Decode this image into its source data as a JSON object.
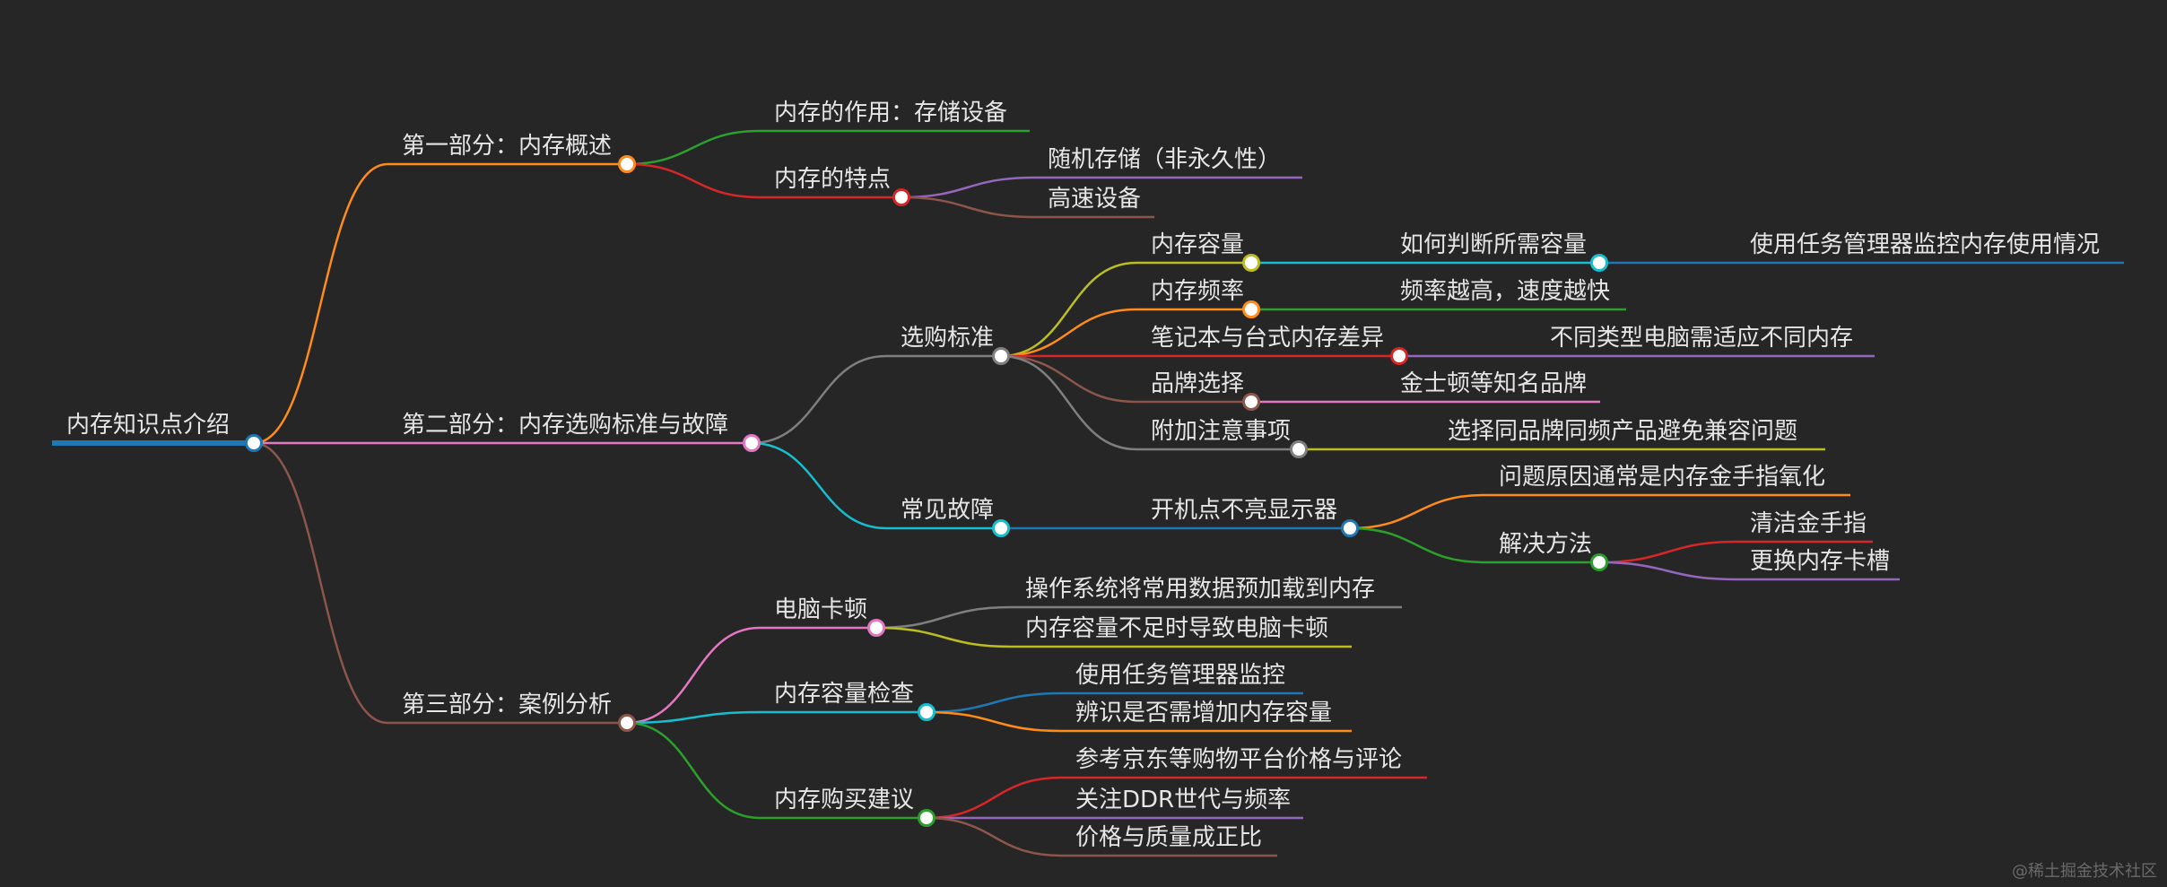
{
  "colors": {
    "background": "#262626",
    "text": "#e6e6e6",
    "node_fill": "#ffffff",
    "watermark": "#6a6a6a"
  },
  "mindmap": {
    "root": {
      "label": "内存知识点介绍",
      "color": "#1f77b4",
      "children": [
        {
          "label": "第一部分：内存概述",
          "color": "#ff8c1a",
          "children": [
            {
              "label": "内存的作用：存储设备",
              "color": "#2ca02c",
              "children": []
            },
            {
              "label": "内存的特点",
              "color": "#d62728",
              "children": [
                {
                  "label": "随机存储（非永久性）",
                  "color": "#9467bd",
                  "children": []
                },
                {
                  "label": "高速设备",
                  "color": "#8c564b",
                  "children": []
                }
              ]
            }
          ]
        },
        {
          "label": "第二部分：内存选购标准与故障",
          "color": "#e377c2",
          "children": [
            {
              "label": "选购标准",
              "color": "#7f7f7f",
              "children": [
                {
                  "label": "内存容量",
                  "color": "#bcbd22",
                  "children": [
                    {
                      "label": "如何判断所需容量",
                      "color": "#17becf",
                      "children": [
                        {
                          "label": "使用任务管理器监控内存使用情况",
                          "color": "#1f77b4",
                          "children": []
                        }
                      ]
                    }
                  ]
                },
                {
                  "label": "内存频率",
                  "color": "#ff8c1a",
                  "children": [
                    {
                      "label": "频率越高，速度越快",
                      "color": "#2ca02c",
                      "children": []
                    }
                  ]
                },
                {
                  "label": "笔记本与台式内存差异",
                  "color": "#d62728",
                  "children": [
                    {
                      "label": "不同类型电脑需适应不同内存",
                      "color": "#9467bd",
                      "children": []
                    }
                  ]
                },
                {
                  "label": "品牌选择",
                  "color": "#8c564b",
                  "children": [
                    {
                      "label": "金士顿等知名品牌",
                      "color": "#e377c2",
                      "children": []
                    }
                  ]
                },
                {
                  "label": "附加注意事项",
                  "color": "#7f7f7f",
                  "children": [
                    {
                      "label": "选择同品牌同频产品避免兼容问题",
                      "color": "#bcbd22",
                      "children": []
                    }
                  ]
                }
              ]
            },
            {
              "label": "常见故障",
              "color": "#17becf",
              "children": [
                {
                  "label": "开机点不亮显示器",
                  "color": "#1f77b4",
                  "children": [
                    {
                      "label": "问题原因通常是内存金手指氧化",
                      "color": "#ff8c1a",
                      "children": []
                    },
                    {
                      "label": "解决方法",
                      "color": "#2ca02c",
                      "children": [
                        {
                          "label": "清洁金手指",
                          "color": "#d62728",
                          "children": []
                        },
                        {
                          "label": "更换内存卡槽",
                          "color": "#9467bd",
                          "children": []
                        }
                      ]
                    }
                  ]
                }
              ]
            }
          ]
        },
        {
          "label": "第三部分：案例分析",
          "color": "#8c564b",
          "children": [
            {
              "label": "电脑卡顿",
              "color": "#e377c2",
              "children": [
                {
                  "label": "操作系统将常用数据预加载到内存",
                  "color": "#7f7f7f",
                  "children": []
                },
                {
                  "label": "内存容量不足时导致电脑卡顿",
                  "color": "#bcbd22",
                  "children": []
                }
              ]
            },
            {
              "label": "内存容量检查",
              "color": "#17becf",
              "children": [
                {
                  "label": "使用任务管理器监控",
                  "color": "#1f77b4",
                  "children": []
                },
                {
                  "label": "辨识是否需增加内存容量",
                  "color": "#ff8c1a",
                  "children": []
                }
              ]
            },
            {
              "label": "内存购买建议",
              "color": "#2ca02c",
              "children": [
                {
                  "label": "参考京东等购物平台价格与评论",
                  "color": "#d62728",
                  "children": []
                },
                {
                  "label": "关注DDR世代与频率",
                  "color": "#9467bd",
                  "children": []
                },
                {
                  "label": "价格与质量成正比",
                  "color": "#8c564b",
                  "children": []
                }
              ]
            }
          ]
        }
      ]
    }
  },
  "watermark": "@稀土掘金技术社区"
}
